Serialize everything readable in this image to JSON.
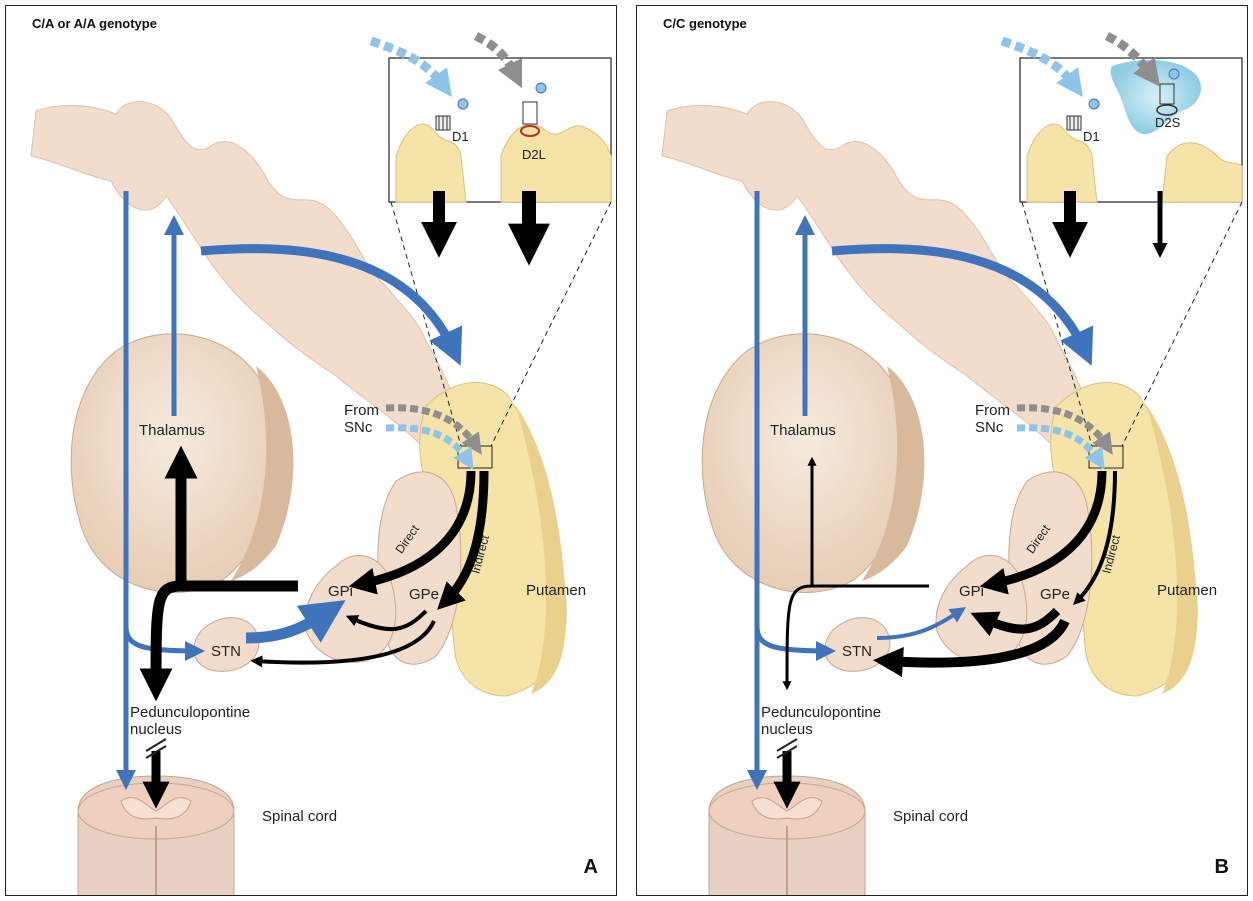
{
  "panels": [
    {
      "id": "A",
      "title": "C/A or A/A genotype",
      "corner_label": "A",
      "receptor_left": "D1",
      "receptor_right": "D2L",
      "labels": {
        "thalamus": "Thalamus",
        "from": "From",
        "snc": "SNc",
        "direct": "Direct",
        "indirect": "Indirect",
        "gpi": "GPi",
        "gpe": "GPe",
        "putamen": "Putamen",
        "stn": "STN",
        "ppn1": "Pedunculopontine",
        "ppn2": "nucleus",
        "spinal_cord": "Spinal cord"
      }
    },
    {
      "id": "B",
      "title": "C/C genotype",
      "corner_label": "B",
      "receptor_left": "D1",
      "receptor_right": "D2S",
      "labels": {
        "thalamus": "Thalamus",
        "from": "From",
        "snc": "SNc",
        "direct": "Direct",
        "indirect": "Indirect",
        "gpi": "GPi",
        "gpe": "GPe",
        "putamen": "Putamen",
        "stn": "STN",
        "ppn1": "Pedunculopontine",
        "ppn2": "nucleus",
        "spinal_cord": "Spinal cord"
      }
    }
  ],
  "colors": {
    "excitatory_blue": "#3f74bd",
    "inhibitory_black": "#000000",
    "dopamine_gray": "#8e8e8e",
    "dopamine_lightblue": "#8ec3ea",
    "cortex": "#f2dccb",
    "putamen": "#f5e3a8",
    "thalamus": "#ead6c2",
    "spinal_cord": "#efcfbf",
    "d2s_glow": "#a9d9ea"
  }
}
